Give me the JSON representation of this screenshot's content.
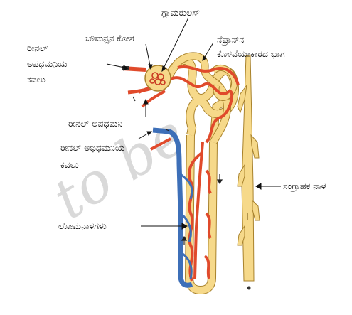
{
  "diagram": {
    "watermark": "to be",
    "labels": {
      "glomerulus": "ಗ್ಲಾಮರುಲಸ್",
      "bowmans_capsule": "ಬೌಮನ್ಸನ ಕೋಶ",
      "renal_artery_branch": [
        "ರೀನಲ್",
        "ಅಪಧಮನಿಯ",
        "ಕವಲು"
      ],
      "nephron_tubule": [
        "ನೆಫ್ರಾನ್‌ನ",
        "ಕೊಳವೆಯಾಕಾರದ ಭಾಗ"
      ],
      "renal_artery": "ರೀನಲ್ ಅಪಧಮನಿ",
      "renal_vein_branch": [
        "ರೀನಲ್ ಅಭಿಧಮನಿಯ",
        "ಕವಲು"
      ],
      "collecting_duct": "ಸಂಗ್ರಾಹಕ ನಾಳ",
      "capillaries": "ಲೋಮನಾಳಗಳು"
    },
    "colors": {
      "tubule": "#f6d98a",
      "tubule_outline": "#a8822c",
      "artery": "#e04a2b",
      "vein": "#3d6fb8",
      "background": "#ffffff"
    }
  }
}
